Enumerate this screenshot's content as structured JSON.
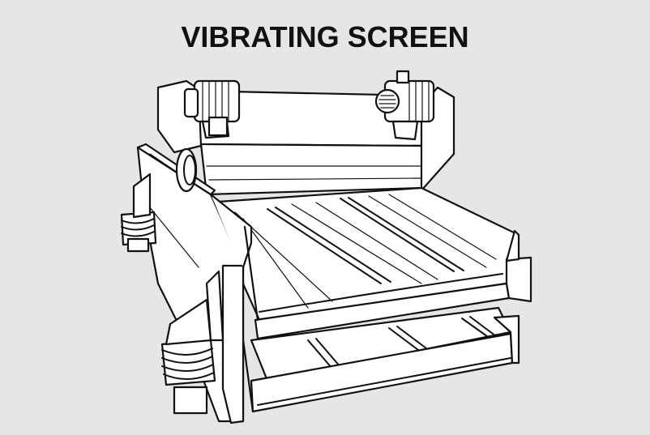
{
  "title": "VIBRATING SCREEN",
  "colors": {
    "background": "#e6e6e6",
    "line": "#111111",
    "fill": "#ffffff"
  },
  "illustration": {
    "subject": "vibrating-screen-machine",
    "components": [
      "motor-left",
      "motor-right",
      "drive-beam",
      "side-frame",
      "upper-deck",
      "lower-deck",
      "spring-mount-front",
      "spring-mount-back"
    ]
  }
}
